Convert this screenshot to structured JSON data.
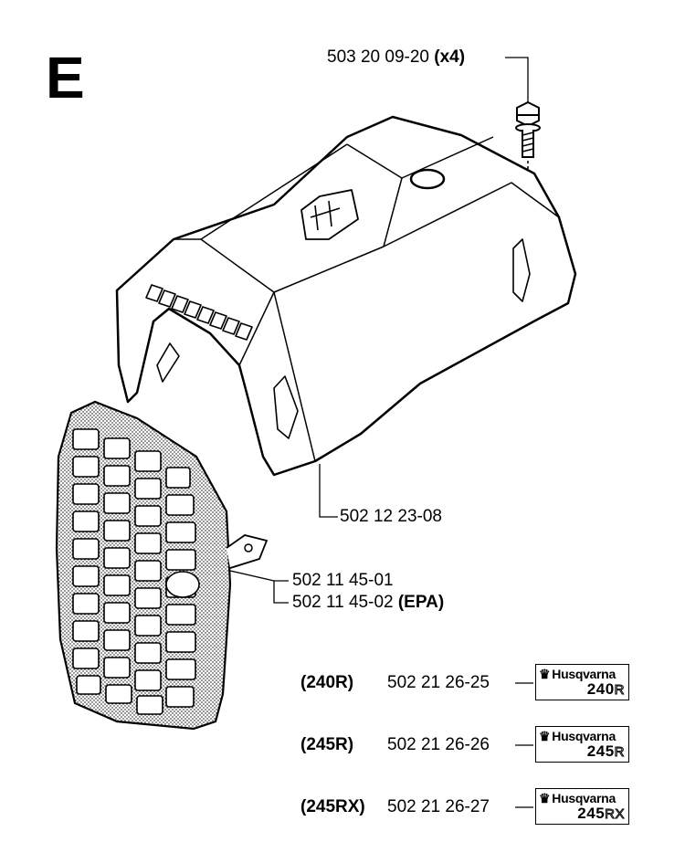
{
  "section": {
    "letter": "E"
  },
  "parts": {
    "bolt": {
      "number": "503 20 09-20",
      "qty": "(x4)"
    },
    "cover": {
      "number": "502 12 23-08"
    },
    "grille": {
      "number_1": "502 11 45-01",
      "number_2": "502 11 45-02",
      "note_2": "(EPA)"
    },
    "decals": [
      {
        "model_tag": "(240R)",
        "number": "502 21 26-25",
        "brand": "Husqvarna",
        "model_num": "240",
        "model_suffix": "R"
      },
      {
        "model_tag": "(245R)",
        "number": "502 21 26-26",
        "brand": "Husqvarna",
        "model_num": "245",
        "model_suffix": "R"
      },
      {
        "model_tag": "(245RX)",
        "number": "502 21 26-27",
        "brand": "Husqvarna",
        "model_num": "245",
        "model_suffix": "RX"
      }
    ]
  }
}
